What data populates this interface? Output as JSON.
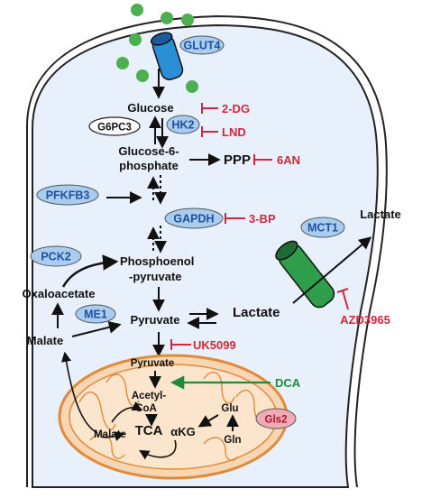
{
  "transporters": {
    "glut4": "GLUT4",
    "mct1": "MCT1"
  },
  "metabolites": {
    "glucose": "Glucose",
    "g6p_line1": "Glucose-6-",
    "g6p_line2": "phosphate",
    "ppp": "PPP",
    "pep_line1": "Phosphoenol",
    "pep_line2": "-pyruvate",
    "oxaloacetate": "Oxaloacetate",
    "malate": "Malate",
    "pyruvate": "Pyruvate",
    "lactate_intra": "Lactate",
    "lactate_extra": "Lactate",
    "mito_pyruvate": "Pyruvate",
    "acetyl_line1": "Acetyl-",
    "acetyl_line2": "CoA",
    "tca": "TCA",
    "akg": "αKG",
    "glu": "Glu",
    "gln": "Gln",
    "mito_malate": "Malate"
  },
  "enzymes": {
    "g6pc3": "G6PC3",
    "hk2": "HK2",
    "pfkfb3": "PFKFB3",
    "gapdh": "GAPDH",
    "pck2": "PCK2",
    "me1": "ME1",
    "gls2": "Gls2"
  },
  "inhibitors": {
    "dg2": "2-DG",
    "lnd": "LND",
    "an6": "6AN",
    "bp3": "3-BP",
    "azd": "AZD3965",
    "uk": "UK5099",
    "dca": "DCA"
  },
  "colors": {
    "cell_fill": "#e8f1fb",
    "enzyme_fill": "#a9cdf0",
    "enzyme_text": "#1f4e9a",
    "inhibitor": "#d0283a",
    "activator": "#1e8a3a",
    "glucose_dot": "#4caf50",
    "glut4": "#2a8fd6",
    "mct1": "#2e9e4a",
    "mito_fill": "#f7d6b3",
    "mito_stroke": "#e08a3a",
    "gls2_fill": "#f2aab5"
  }
}
